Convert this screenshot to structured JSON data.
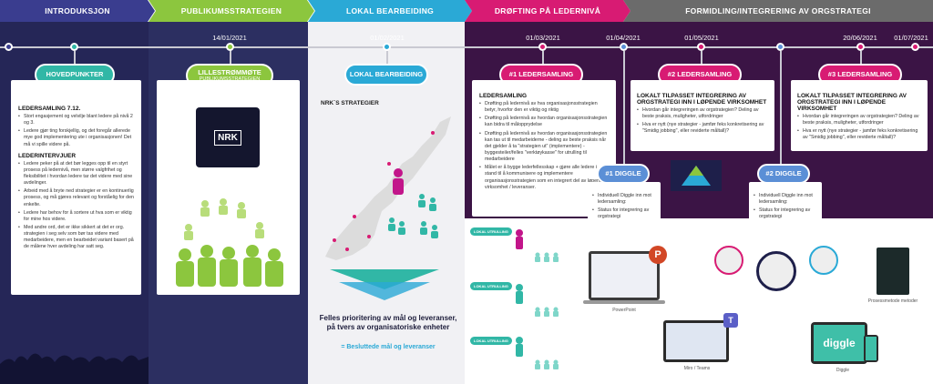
{
  "phases": [
    {
      "label": "INTRODUKSJON",
      "color": "#3a3d8f"
    },
    {
      "label": "PUBLIKUMSSTRATEGIEN",
      "color": "#8cc63e"
    },
    {
      "label": "LOKAL BEARBEIDING",
      "color": "#2aa9d6"
    },
    {
      "label": "DRØFTING PÅ LEDERNIVÅ",
      "color": "#d81b73"
    },
    {
      "label": "FORMIDLING/INTEGRERING AV ORGSTRATEGI",
      "color": "#6b6b6b"
    }
  ],
  "dates": [
    "14/01/2021",
    "01/02/2021",
    "01/03/2021",
    "01/04/2021",
    "01/05/2021",
    "20/06/2021",
    "01/07/2021"
  ],
  "colors": {
    "navy": "#252657",
    "purple": "#4a1a5c",
    "magenta": "#d81b73",
    "teal": "#31b7a6",
    "lime": "#8cc63e",
    "blue": "#2aa9d6",
    "darkpurple": "#3b1445"
  },
  "col1": {
    "pill": "HOVEDPUNKTER",
    "section1_title": "LEDERSAMLING 7.12.",
    "section1_items": [
      "Stort engasjement og velvilje blant ledere på nivå 2 og 3.",
      "Ledere gjør ting forskjellig, og det foregår allerede mye god implementering ute i organisasjonen! Det må vi spille videre på."
    ],
    "section2_title": "LEDERINTERVJUER",
    "section2_items": [
      "Ledere peker på at det bør legges opp til en styrt prosess på ledernivå, men større valgfrihet og fleksibilitet i hvordan ledere tar det videre med sine avdelinger.",
      "Arbeid med å bryte ned strategier er en kontinuerlig prosess, og må gjøres relevant og forståelig for den enkelte.",
      "Ledere har behov for å sortere ut hva som er viktig for mine hos videre.",
      "Med andre ord, det er ikke sikkert at det er org. strategien i seg selv som bør tas videre med medarbeidere, men en bearbeidet variant basert på de målene hver avdeling har satt seg."
    ]
  },
  "col2": {
    "pill_line1": "LILLESTRØMMØTE",
    "pill_line2": "PUBLIKUMSSTRATEGIEN",
    "screen_logo": "NRK"
  },
  "col3": {
    "pill": "LOKAL BEARBEIDING",
    "map_title": "NRK´S STRATEGIER",
    "bottom_text": "Felles prioritering av mål og leveranser, på tvers av organisatoriske enheter",
    "bottom_result": "= Besluttede mål og leveranser"
  },
  "col4": {
    "pill": "#1 LEDERSAMLING",
    "title": "LEDERSAMLING",
    "items": [
      "Drøfting på ledernivå av hva organisasjonsstrategien betyr, hvorfor den er viktig og riktig",
      "Drøfting på ledernivå av hvordan organisasjonsstrategien kan bidra til målopprydelse",
      "Drøfting på ledernivå av hvordan organisasjonsstrategien kan tas ut til medarbeiderne - deling av beste praksis når det gjelder å ta \"strategien ut\" (implementere) - byggesteiler/felles \"verktøykasse\" for utrulling til medarbeidere",
      "Målet er å bygge lederfellesskap + gjøre alle ledere i stand til å kommunisere og implementere organisasjonsstrategien som en integrert del av løpende virksomhet / leveranser."
    ],
    "util_label": "LOKAL UTRULLING"
  },
  "diggle1": {
    "pill": "#1 DIGGLE",
    "items": [
      "Individuell Diggle inn mot ledersamling:",
      "Status for integrering av orgstrategi"
    ]
  },
  "col5": {
    "pill": "#2 LEDERSAMLING",
    "title": "LOKALT TILPASSET INTEGRERING AV ORGSTRATEGI INN I LØPENDE VIRKSOMHET",
    "items": [
      "Hvordan går integreringen av orgstrategien? Deling av beste praksis, muligheter, utfordringer",
      "Hva er nytt (nye strategier - jamfør feks konkretisering av \"Smidig jobbing\", eller reviderte måltall)?"
    ],
    "caption_powerpoint": "PowerPoint",
    "caption_teams": "Miro / Teams"
  },
  "diggle2": {
    "pill": "#2 DIGGLE",
    "items": [
      "Individuell Diggle inn mot ledersamling:",
      "Status for integrering av orgstrategi"
    ]
  },
  "col6": {
    "pill": "#3 LEDERSAMLING",
    "title": "LOKALT TILPASSET INTEGRERING AV ORGSTRATEGI INN I LØPENDE VIRKSOMHET",
    "items": [
      "Hvordan går integreringen av orgstrategien? Deling av beste praksis, muligheter, utfordringer",
      "Hva er nytt (nye strategier - jamfør feks konkretisering av \"Smidig jobbing\", eller reviderte måltall)?"
    ],
    "caption_methods": "Prosessmetode metoder",
    "caption_diggle": "Diggle",
    "diggle_logo": "diggle"
  }
}
